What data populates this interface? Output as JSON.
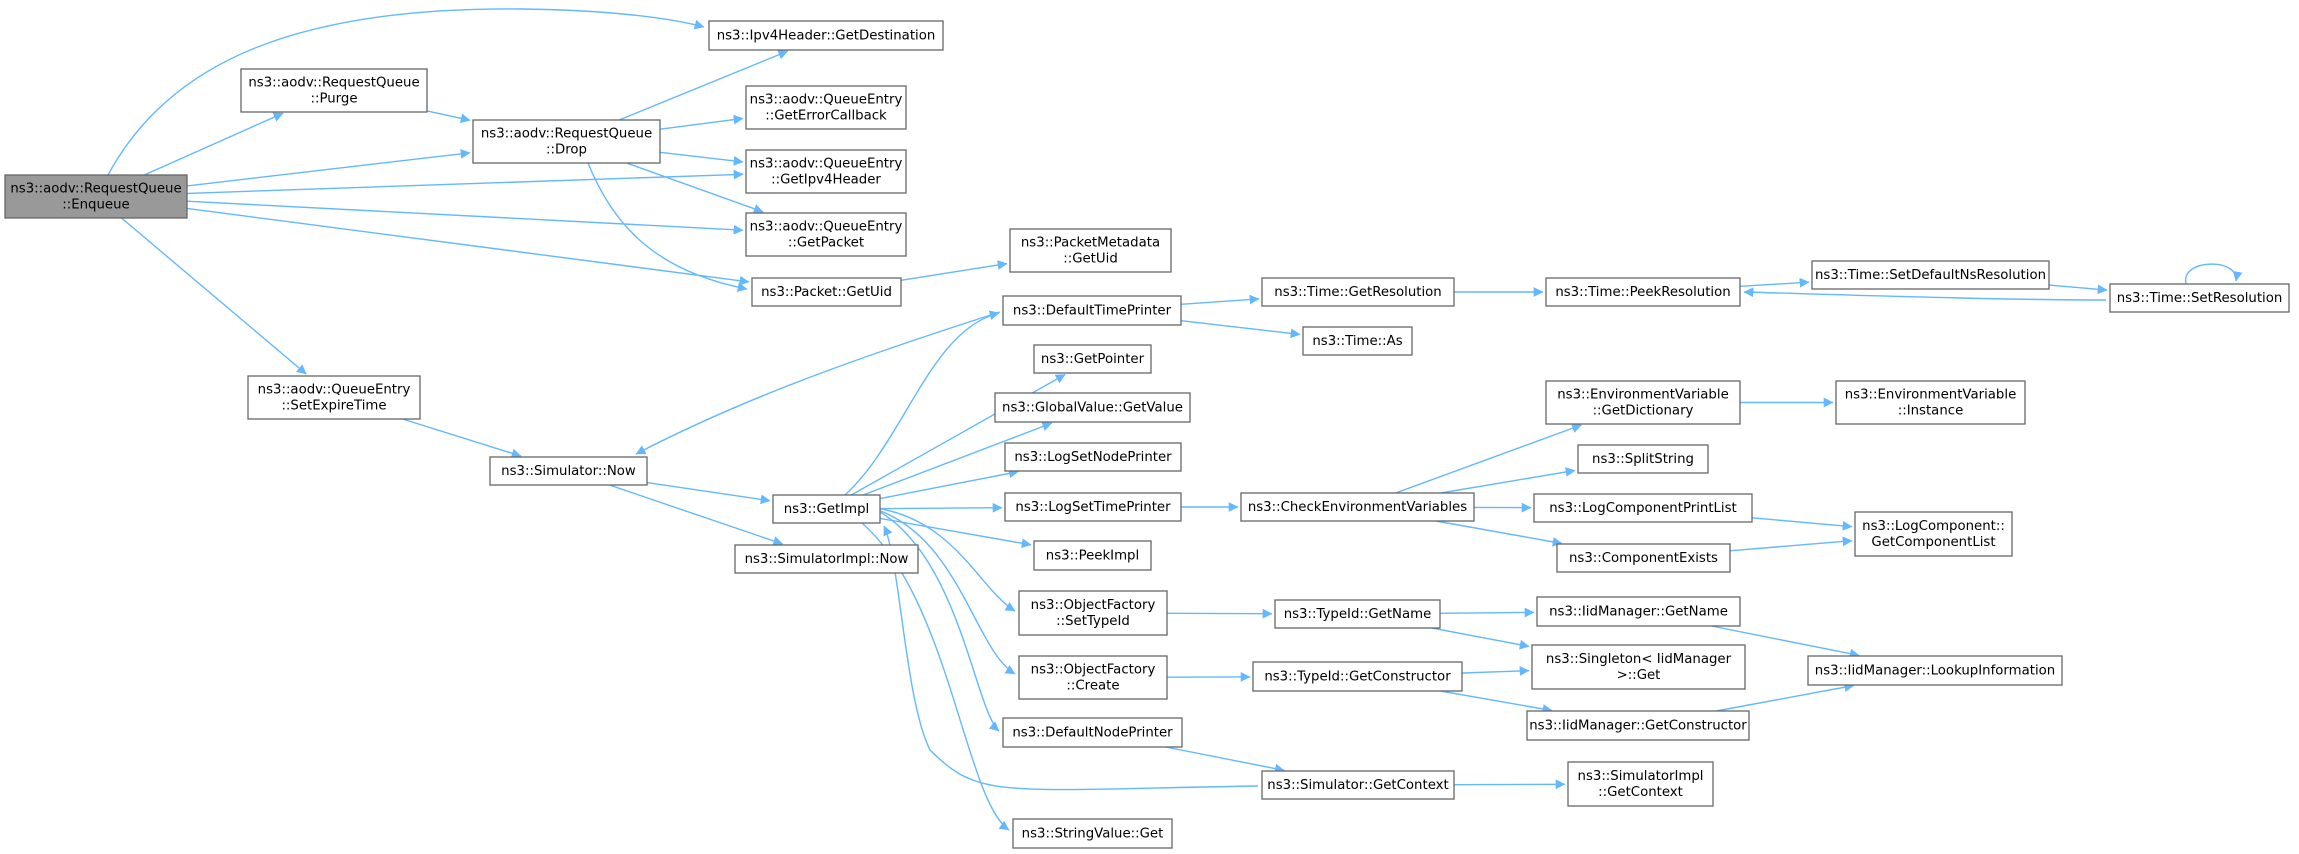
{
  "graph": {
    "kind": "call-graph",
    "root": "enqueue",
    "edge_color": "#63b8ff",
    "node_border_color": "#666666",
    "root_fill_color": "#999999",
    "nodes": [
      {
        "id": "enqueue",
        "lines": [
          "ns3::aodv::RequestQueue",
          "::Enqueue"
        ]
      },
      {
        "id": "getdestination",
        "lines": [
          "ns3::Ipv4Header::GetDestination"
        ]
      },
      {
        "id": "purge",
        "lines": [
          "ns3::aodv::RequestQueue",
          "::Purge"
        ]
      },
      {
        "id": "drop",
        "lines": [
          "ns3::aodv::RequestQueue",
          "::Drop"
        ]
      },
      {
        "id": "geterrorcallback",
        "lines": [
          "ns3::aodv::QueueEntry",
          "::GetErrorCallback"
        ]
      },
      {
        "id": "getipv4header",
        "lines": [
          "ns3::aodv::QueueEntry",
          "::GetIpv4Header"
        ]
      },
      {
        "id": "getpacket",
        "lines": [
          "ns3::aodv::QueueEntry",
          "::GetPacket"
        ]
      },
      {
        "id": "packetgetuid",
        "lines": [
          "ns3::Packet::GetUid"
        ]
      },
      {
        "id": "metadatagetuid",
        "lines": [
          "ns3::PacketMetadata",
          "::GetUid"
        ]
      },
      {
        "id": "setexpiretime",
        "lines": [
          "ns3::aodv::QueueEntry",
          "::SetExpireTime"
        ]
      },
      {
        "id": "now",
        "lines": [
          "ns3::Simulator::Now"
        ]
      },
      {
        "id": "getimpl",
        "lines": [
          "ns3::GetImpl"
        ]
      },
      {
        "id": "simimplnow",
        "lines": [
          "ns3::SimulatorImpl::Now"
        ]
      },
      {
        "id": "defaulttimeprinter",
        "lines": [
          "ns3::DefaultTimePrinter"
        ]
      },
      {
        "id": "getpointer",
        "lines": [
          "ns3::GetPointer"
        ]
      },
      {
        "id": "globalvalue",
        "lines": [
          "ns3::GlobalValue::GetValue"
        ]
      },
      {
        "id": "logsetnodeprinter",
        "lines": [
          "ns3::LogSetNodePrinter"
        ]
      },
      {
        "id": "logsettimeprinter",
        "lines": [
          "ns3::LogSetTimePrinter"
        ]
      },
      {
        "id": "peekimpl",
        "lines": [
          "ns3::PeekImpl"
        ]
      },
      {
        "id": "objfactorysettypeid",
        "lines": [
          "ns3::ObjectFactory",
          "::SetTypeId"
        ]
      },
      {
        "id": "objfactorycreate",
        "lines": [
          "ns3::ObjectFactory",
          "::Create"
        ]
      },
      {
        "id": "defaultnodeprinter",
        "lines": [
          "ns3::DefaultNodePrinter"
        ]
      },
      {
        "id": "stringvalueget",
        "lines": [
          "ns3::StringValue::Get"
        ]
      },
      {
        "id": "getresolution",
        "lines": [
          "ns3::Time::GetResolution"
        ]
      },
      {
        "id": "timeas",
        "lines": [
          "ns3::Time::As"
        ]
      },
      {
        "id": "peekresolution",
        "lines": [
          "ns3::Time::PeekResolution"
        ]
      },
      {
        "id": "setdefaultns",
        "lines": [
          "ns3::Time::SetDefaultNsResolution"
        ]
      },
      {
        "id": "setresolution",
        "lines": [
          "ns3::Time::SetResolution"
        ]
      },
      {
        "id": "checkenv",
        "lines": [
          "ns3::CheckEnvironmentVariables"
        ]
      },
      {
        "id": "envgetdictionary",
        "lines": [
          "ns3::EnvironmentVariable",
          "::GetDictionary"
        ]
      },
      {
        "id": "envinstance",
        "lines": [
          "ns3::EnvironmentVariable",
          "::Instance"
        ]
      },
      {
        "id": "splitstring",
        "lines": [
          "ns3::SplitString"
        ]
      },
      {
        "id": "logcomponentprintlist",
        "lines": [
          "ns3::LogComponentPrintList"
        ]
      },
      {
        "id": "componentexists",
        "lines": [
          "ns3::ComponentExists"
        ]
      },
      {
        "id": "getcomponentlist",
        "lines": [
          "ns3::LogComponent::",
          "GetComponentList"
        ]
      },
      {
        "id": "typeidgetname",
        "lines": [
          "ns3::TypeId::GetName"
        ]
      },
      {
        "id": "iidgetname",
        "lines": [
          "ns3::IidManager::GetName"
        ]
      },
      {
        "id": "singletonget",
        "lines": [
          "ns3::Singleton< IidManager",
          ">::Get"
        ]
      },
      {
        "id": "lookupinformation",
        "lines": [
          "ns3::IidManager::LookupInformation"
        ]
      },
      {
        "id": "typeidgetconstructor",
        "lines": [
          "ns3::TypeId::GetConstructor"
        ]
      },
      {
        "id": "iidgetconstructor",
        "lines": [
          "ns3::IidManager::GetConstructor"
        ]
      },
      {
        "id": "simulatorgetcontext",
        "lines": [
          "ns3::Simulator::GetContext"
        ]
      },
      {
        "id": "simimplgetcontext",
        "lines": [
          "ns3::SimulatorImpl",
          "::GetContext"
        ]
      }
    ],
    "edges": [
      [
        "enqueue",
        "getdestination"
      ],
      [
        "enqueue",
        "purge"
      ],
      [
        "enqueue",
        "drop"
      ],
      [
        "enqueue",
        "getipv4header"
      ],
      [
        "enqueue",
        "getpacket"
      ],
      [
        "enqueue",
        "packetgetuid"
      ],
      [
        "enqueue",
        "setexpiretime"
      ],
      [
        "purge",
        "drop"
      ],
      [
        "drop",
        "getdestination"
      ],
      [
        "drop",
        "geterrorcallback"
      ],
      [
        "drop",
        "getipv4header"
      ],
      [
        "drop",
        "getpacket"
      ],
      [
        "drop",
        "packetgetuid"
      ],
      [
        "packetgetuid",
        "metadatagetuid"
      ],
      [
        "setexpiretime",
        "now"
      ],
      [
        "now",
        "getimpl"
      ],
      [
        "now",
        "simimplnow"
      ],
      [
        "getimpl",
        "defaulttimeprinter"
      ],
      [
        "getimpl",
        "getpointer"
      ],
      [
        "getimpl",
        "globalvalue"
      ],
      [
        "getimpl",
        "logsetnodeprinter"
      ],
      [
        "getimpl",
        "logsettimeprinter"
      ],
      [
        "getimpl",
        "peekimpl"
      ],
      [
        "getimpl",
        "objfactorysettypeid"
      ],
      [
        "getimpl",
        "objfactorycreate"
      ],
      [
        "getimpl",
        "defaultnodeprinter"
      ],
      [
        "getimpl",
        "stringvalueget"
      ],
      [
        "defaulttimeprinter",
        "now"
      ],
      [
        "defaulttimeprinter",
        "getresolution"
      ],
      [
        "defaulttimeprinter",
        "timeas"
      ],
      [
        "getresolution",
        "peekresolution"
      ],
      [
        "peekresolution",
        "setdefaultns"
      ],
      [
        "setdefaultns",
        "setresolution"
      ],
      [
        "setresolution",
        "peekresolution"
      ],
      [
        "setresolution",
        "setresolution"
      ],
      [
        "logsettimeprinter",
        "checkenv"
      ],
      [
        "checkenv",
        "envgetdictionary"
      ],
      [
        "checkenv",
        "splitstring"
      ],
      [
        "checkenv",
        "logcomponentprintlist"
      ],
      [
        "checkenv",
        "componentexists"
      ],
      [
        "envgetdictionary",
        "envinstance"
      ],
      [
        "logcomponentprintlist",
        "getcomponentlist"
      ],
      [
        "componentexists",
        "getcomponentlist"
      ],
      [
        "objfactorysettypeid",
        "typeidgetname"
      ],
      [
        "typeidgetname",
        "iidgetname"
      ],
      [
        "typeidgetname",
        "singletonget"
      ],
      [
        "iidgetname",
        "lookupinformation"
      ],
      [
        "objfactorycreate",
        "typeidgetconstructor"
      ],
      [
        "typeidgetconstructor",
        "singletonget"
      ],
      [
        "typeidgetconstructor",
        "iidgetconstructor"
      ],
      [
        "iidgetconstructor",
        "lookupinformation"
      ],
      [
        "defaultnodeprinter",
        "simulatorgetcontext"
      ],
      [
        "simulatorgetcontext",
        "getimpl"
      ],
      [
        "simulatorgetcontext",
        "simimplgetcontext"
      ]
    ]
  }
}
